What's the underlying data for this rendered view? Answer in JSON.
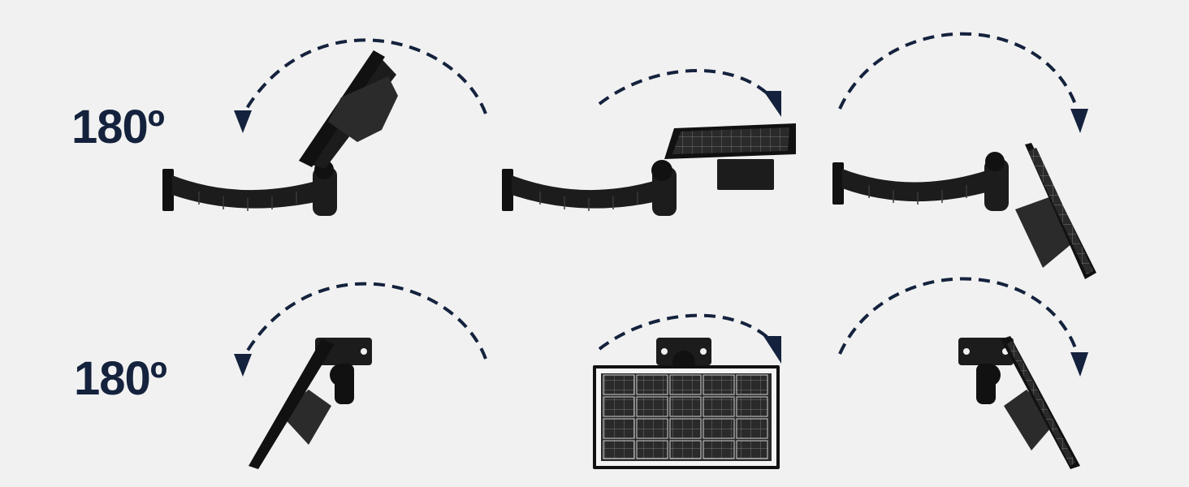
{
  "labels": {
    "top_angle": "180º",
    "bottom_angle": "180º"
  },
  "colors": {
    "background": "#f1f1f1",
    "accent": "#14223d",
    "device": "#1c1c1c"
  },
  "rotation_views": [
    {
      "row": "top",
      "arrow": "counter-clockwise",
      "pose": "tilted-up-left"
    },
    {
      "row": "top",
      "arrow": "clockwise",
      "pose": "flat-horizontal"
    },
    {
      "row": "top",
      "arrow": "clockwise",
      "pose": "tilted-down-right"
    },
    {
      "row": "bottom",
      "arrow": "counter-clockwise",
      "pose": "tilted-left"
    },
    {
      "row": "bottom",
      "arrow": "clockwise",
      "pose": "front-facing"
    },
    {
      "row": "bottom",
      "arrow": "clockwise",
      "pose": "tilted-right"
    }
  ]
}
